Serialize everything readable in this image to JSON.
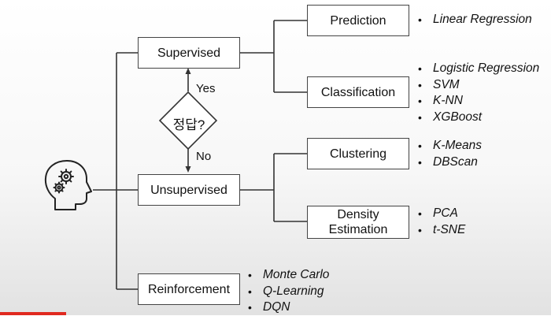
{
  "diagram": {
    "root": {
      "icon": "head-gears-icon"
    },
    "supervised": {
      "label": "Supervised",
      "prediction": {
        "label": "Prediction",
        "items": [
          "Linear Regression"
        ]
      },
      "classification": {
        "label": "Classification",
        "items": [
          "Logistic Regression",
          "SVM",
          "K-NN",
          "XGBoost"
        ]
      }
    },
    "decision": {
      "label": "정답?",
      "yes": "Yes",
      "no": "No"
    },
    "unsupervised": {
      "label": "Unsupervised",
      "clustering": {
        "label": "Clustering",
        "items": [
          "K-Means",
          "DBScan"
        ]
      },
      "density": {
        "label_line1": "Density",
        "label_line2": "Estimation",
        "items": [
          "PCA",
          "t-SNE"
        ]
      }
    },
    "reinforcement": {
      "label": "Reinforcement",
      "items": [
        "Monte Carlo",
        "Q-Learning",
        "DQN"
      ]
    }
  },
  "colors": {
    "line": "#333333",
    "box_border": "#444444",
    "progress": "#e0291f"
  }
}
